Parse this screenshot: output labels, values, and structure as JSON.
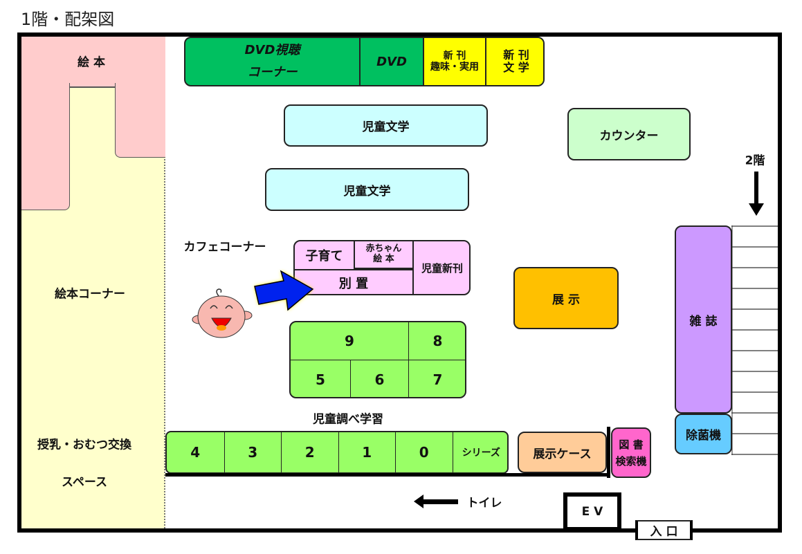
{
  "title": "1階・配架図",
  "areas": {
    "picture_books": "絵 本",
    "picture_book_corner": "絵本コーナー",
    "nursing_1": "授乳・おむつ交換",
    "nursing_2": "スペース",
    "dvd_viewing": "DVD視聴\nコーナー",
    "dvd": "DVD",
    "new_hobby": "新 刊\n趣味・実用",
    "new_lit": "新 刊\n文 学",
    "children_lit_1": "児童文学",
    "children_lit_2": "児童文学",
    "counter": "カウンター",
    "second_floor": "2階",
    "magazines": "雑 誌",
    "sterilizer": "除菌機",
    "cafe": "カフェコーナー",
    "parenting": "子育て",
    "baby_books": "赤ちゃん\n絵 本",
    "separate": "別 置",
    "children_new": "児童新刊",
    "exhibit": "展 示",
    "shelf_9": "9",
    "shelf_8": "8",
    "shelf_5": "5",
    "shelf_6": "6",
    "shelf_7": "7",
    "research": "児童調べ学習",
    "row": [
      "4",
      "3",
      "2",
      "1",
      "0",
      "シリーズ"
    ],
    "exhibit_case": "展示ケース",
    "opac": "図 書\n検索機",
    "toilet": "トイレ",
    "ev": "E V",
    "entrance": "入 口"
  },
  "colors": {
    "pink": "#ffcccc",
    "yellow": "#ffffcc",
    "green": "#00c060",
    "cyan": "#ccffff",
    "lightgreen": "#ccffcc",
    "lime": "#99ff66",
    "purple": "#cc99ff",
    "blue": "#66ccff",
    "orange": "#ffc000",
    "peach": "#ffcc99",
    "magenta": "#ff66cc",
    "lilac": "#ffccff"
  }
}
